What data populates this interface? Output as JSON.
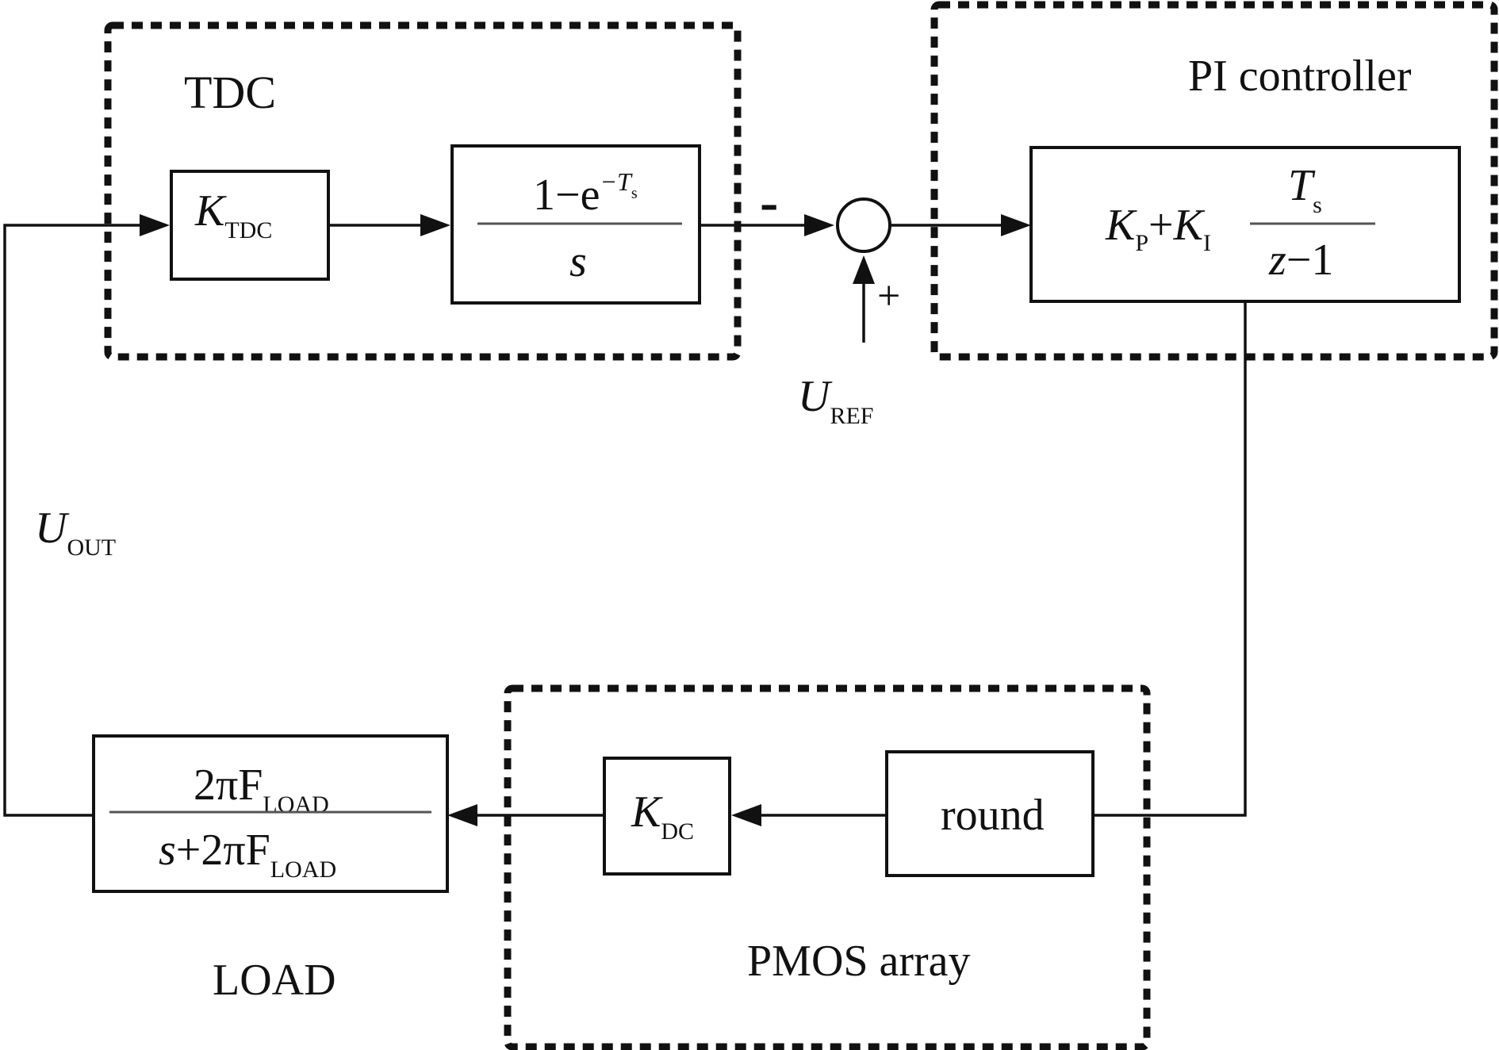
{
  "groups": {
    "tdc": "TDC",
    "pi": "PI controller",
    "pmos": "PMOS array",
    "load": "LOAD"
  },
  "blocks": {
    "ktdc": {
      "main": "K",
      "sub": "TDC"
    },
    "zoh": {
      "num_prefix": "1−e",
      "num_sup": "−T",
      "num_sup_sub": "s",
      "den": "s"
    },
    "pi": {
      "kp": "K",
      "kp_sub": "P",
      "plus": "+",
      "ki": "K",
      "ki_sub": "I",
      "frac_num": "T",
      "frac_num_sub": "s",
      "frac_den_z": "z",
      "frac_den_rest": "−1"
    },
    "round": "round",
    "kdc": {
      "main": "K",
      "sub": "DC"
    },
    "load": {
      "num_prefix": "2πF",
      "num_sub": "LOAD",
      "den_s": "s",
      "den_rest": "+2πF",
      "den_sub": "LOAD"
    }
  },
  "signals": {
    "minus": "-",
    "plus": "+",
    "uref": {
      "main": "U",
      "sub": "REF"
    },
    "uout": {
      "main": "U",
      "sub": "OUT"
    }
  }
}
